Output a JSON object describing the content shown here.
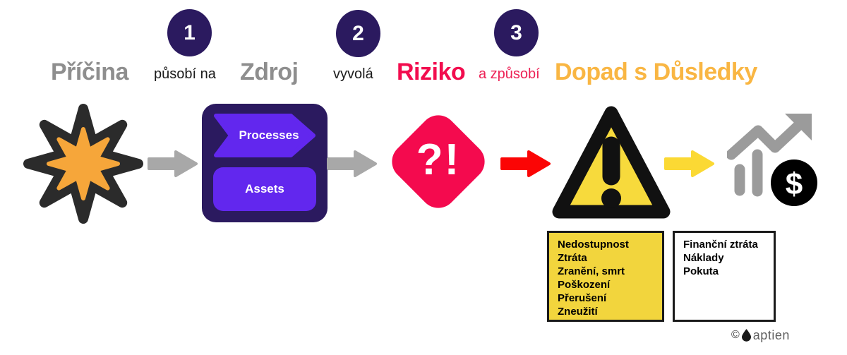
{
  "header": {
    "step_numbers": [
      "1",
      "2",
      "3"
    ],
    "cause_label": "Příčina",
    "acts_on_label": "působí na",
    "source_label": "Zdroj",
    "triggers_label": "vyvolá",
    "risk_label": "Riziko",
    "and_causes_label": "a způsobí",
    "impact_label": "Dopad s Důsledky"
  },
  "source_box": {
    "items": [
      "Processes",
      "Assets"
    ]
  },
  "risk_badge": {
    "glyph": "?!"
  },
  "money_icon": {
    "currency_symbol": "$"
  },
  "impact_examples": {
    "items": [
      "Nedostupnost",
      "Ztráta",
      "Zranění, smrt",
      "Poškození",
      "Přerušení",
      "Zneužití"
    ]
  },
  "consequence_examples": {
    "items": [
      "Finanční ztráta",
      "Náklady",
      "Pokuta"
    ]
  },
  "footer": {
    "copyright_symbol": "©",
    "brand": "aptien"
  },
  "colors": {
    "dark_purple": "#2b1a5f",
    "bright_purple": "#6227ee",
    "gray_label": "#8e8e8e",
    "arrow_gray": "#a8a8a8",
    "crimson": "#f20d4e",
    "red_arrow": "#fb0505",
    "amber_heading": "#f9b643",
    "warning_yellow": "#f7da3c",
    "yellow_box": "#f2d53d",
    "star_orange": "#f6a63a",
    "ink": "#262626"
  }
}
